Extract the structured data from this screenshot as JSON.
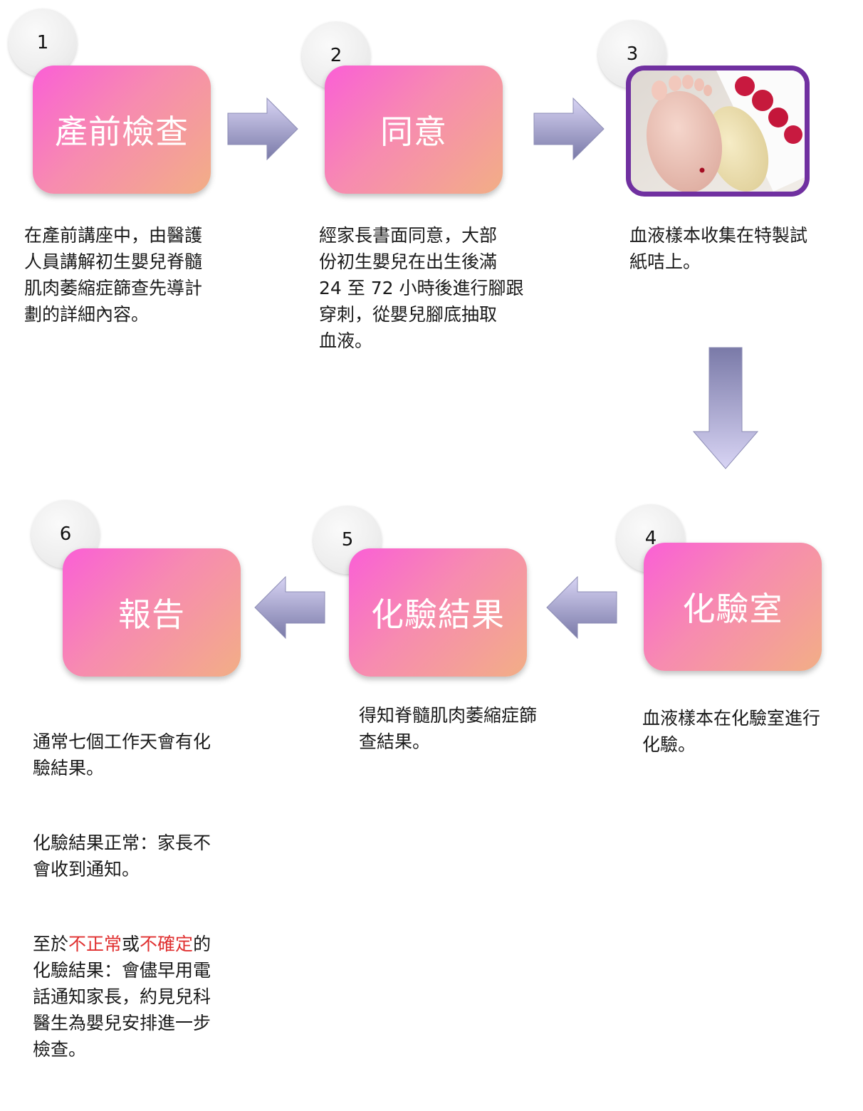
{
  "steps": [
    {
      "number": "1",
      "title": "產前檢查",
      "description": "在產前講座中，由醫護\n人員講解初生嬰兒脊髓\n肌肉萎縮症篩查先導計\n劃的詳細內容。"
    },
    {
      "number": "2",
      "title": "同意",
      "description": "經家長書面同意，大部\n份初生嬰兒在出生後滿\n24 至 72 小時後進行腳跟\n穿刺，從嬰兒腳底抽取\n血液。"
    },
    {
      "number": "3",
      "photo_alt": "newborn-heel-blood-sample-photo",
      "description": "血液樣本收集在特製試\n紙咭上。"
    },
    {
      "number": "4",
      "title": "化驗室",
      "description": "血液樣本在化驗室進行\n化驗。"
    },
    {
      "number": "5",
      "title": "化驗結果",
      "description": "得知脊髓肌肉萎縮症篩\n查結果。"
    },
    {
      "number": "6",
      "title": "報告",
      "description_p1": "通常七個工作天會有化\n驗結果。",
      "description_p2": "化驗結果正常：家長不\n會收到通知。",
      "p3_a": "至於",
      "p3_b": "不正常",
      "p3_c": "或",
      "p3_d": "不確定",
      "p3_e": "的",
      "p3_f": "\n化驗結果：會儘早用電\n話通知家長，約見兒科\n醫生為嬰兒安排進一步\n檢查。"
    }
  ],
  "colors": {
    "box_pink": "#fa5fd6",
    "box_peach": "#f2ae86",
    "frame": "#7030a0",
    "arrow_dark": "#7a7aa8",
    "arrow_light": "#d8d4f4",
    "highlight_red": "#e03030"
  }
}
